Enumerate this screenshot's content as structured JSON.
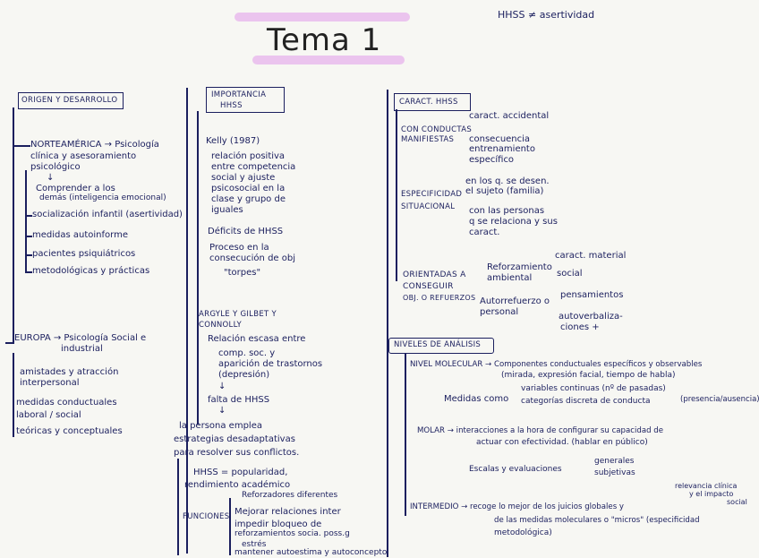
{
  "header": {
    "title": "Tema 1",
    "tag": "HHSS ≠ asertividad"
  },
  "col1": {
    "heading": "ORIGEN Y DESARROLLO",
    "na": "NORTEAMÉRICA → Psicología",
    "na2": "clínica y asesoramiento",
    "na3": "psicológico",
    "comp1": "Comprender a los",
    "comp2": "demás (inteligencia emocional)",
    "items": [
      "socialización infantil (asertividad)",
      "medidas autoinforme",
      "pacientes psiquiátricos",
      "metodológicas y prácticas"
    ],
    "eu": "EUROPA → Psicología Social e",
    "eu2": "industrial",
    "eu_items": [
      "amistades y atracción",
      "interpersonal",
      "medidas conductuales",
      "laboral / social",
      "teóricas y conceptuales"
    ]
  },
  "col2": {
    "heading1": "IMPORTANCIA",
    "heading2": "HHSS",
    "kelly": "Kelly (1987)",
    "k1": "relación positiva",
    "k2": "entre competencia",
    "k3": "social y ajuste",
    "k4": "psicosocial en la",
    "k5": "clase y grupo de",
    "k6": "iguales",
    "d1": "Déficits de HHSS",
    "d2": "Proceso en la",
    "d3": "consecución de obj",
    "d4": "\"torpes\"",
    "ag1": "ARGYLE Y GILBET Y",
    "ag2": "CONNOLLY",
    "ag3": "Relación escasa entre",
    "ag4": "comp. soc. y",
    "ag5": "aparición de trastornos",
    "ag6": "(depresión)",
    "falta": "falta de HHSS",
    "p1": "la persona emplea",
    "p2": "estrategias desadaptativas",
    "p3": "para resolver sus conflictos.",
    "hss1": "HHSS = popularidad,",
    "hss2": "rendimiento académico",
    "funciones": "FUNCIONES",
    "f1": "Reforzadores diferentes",
    "f2": "Mejorar relaciones inter",
    "f3": "impedir bloqueo de",
    "f4": "reforzamientos socia. poss.g",
    "f5": "estrés",
    "f6": "mantener autoestima y autoconcepto"
  },
  "col3": {
    "heading": "CARACT. HHSS",
    "c1a": "CON CONDUCTAS",
    "c1b": "MANIFIESTAS",
    "c1r1": "caract. accidental",
    "c1r2": "consecuencia",
    "c1r3": "entrenamiento",
    "c1r4": "específico",
    "c2a": "ESPECIFICIDAD",
    "c2b": "SITUACIONAL",
    "c2r1": "en los q. se desen.",
    "c2r2": "el sujeto (familia)",
    "c2r3": "con las personas",
    "c2r4": "q se relaciona y sus",
    "c2r5": "caract.",
    "c3a": "ORIENTADAS A",
    "c3b": "CONSEGUIR",
    "c3c": "OBJ. O REFUERZOS",
    "r1": "Reforzamiento",
    "r2": "ambiental",
    "r3": "caract. material",
    "r4": "social",
    "a1": "Autorrefuerzo o",
    "a2": "personal",
    "a3": "pensamientos",
    "a4": "autoverbaliza-",
    "a5": "ciones +",
    "niveles": "NIVELES DE ANÁLISIS",
    "mol1": "NIVEL MOLECULAR → Componentes conductuales específicos y observables",
    "mol2": "(mirada, expresión facial, tiempo de habla)",
    "med": "Medidas como",
    "med1": "variables continuas (nº de pasadas)",
    "med2": "categorías discreta de conducta",
    "med3": "(presencia/ausencia)",
    "molar1": "MOLAR → interacciones a la hora de configurar su capacidad de",
    "molar2": "actuar con efectividad. (hablar en público)",
    "esc": "Escalas y evaluaciones",
    "esc1": "generales",
    "esc2": "subjetivas",
    "int1": "INTERMEDIO → recoge lo mejor de los juicios globales y",
    "int2": "de las medidas moleculares o \"micros\" (especificidad",
    "int3": "metodológica)",
    "rel1": "relevancia clínica",
    "rel2": "y el impacto",
    "rel3": "social"
  }
}
